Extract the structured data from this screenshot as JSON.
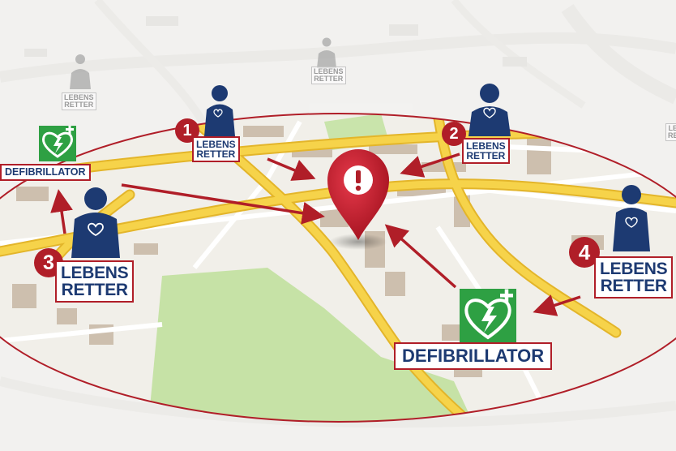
{
  "lifesaver_labels": [
    {
      "number": "1",
      "line1": "LEBENS",
      "line2": "RETTER"
    },
    {
      "number": "2",
      "line1": "LEBENS",
      "line2": "RETTER"
    },
    {
      "number": "3",
      "line1": "LEBENS",
      "line2": "RETTER"
    },
    {
      "number": "4",
      "line1": "LEBENS",
      "line2": "RETTER"
    }
  ],
  "ghost_labels": [
    {
      "line1": "LEBENS",
      "line2": "RETTER"
    },
    {
      "line1": "LEBENS",
      "line2": "RETTER"
    },
    {
      "line1": "LE",
      "line2": "RE"
    }
  ],
  "defibrillator_labels": [
    {
      "text": "DEFIBRILLATOR"
    },
    {
      "text": "DEFIBRILLATOR"
    }
  ],
  "icons": {
    "emergency_marker": "map-pin-exclamation-icon",
    "aed": "aed-heart-lightning-icon",
    "person": "person-heart-icon"
  },
  "colors": {
    "accent_red": "#b01e28",
    "navy": "#1d3a72",
    "aed_green": "#2ea043",
    "road_yellow": "#f6d34a",
    "park_green": "#c6e2a6"
  }
}
